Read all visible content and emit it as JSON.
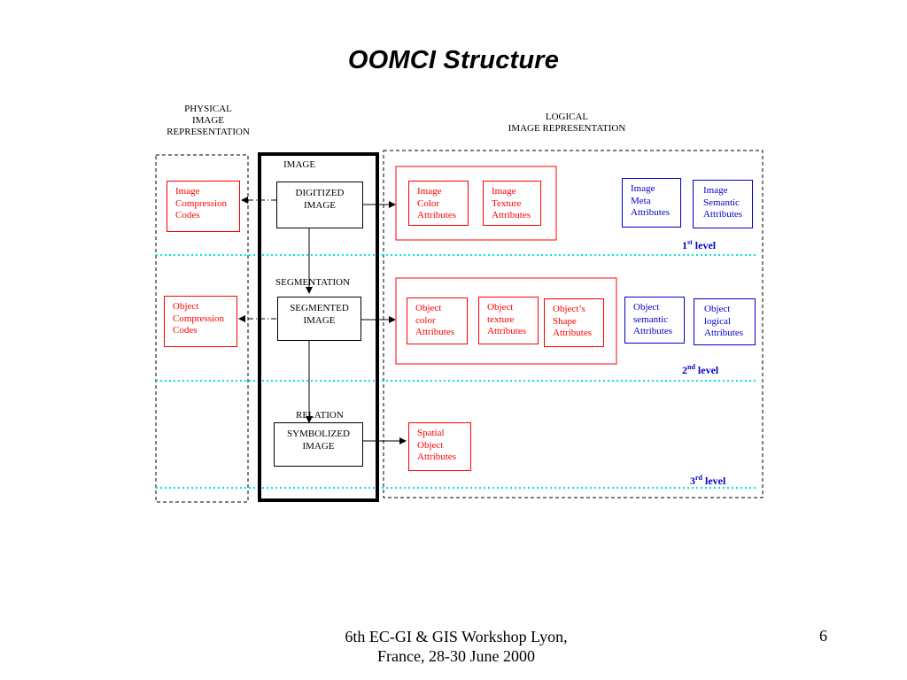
{
  "title": "OOMCI Structure",
  "headers": {
    "physical": "PHYSICAL\nIMAGE\nREPRESENTATION",
    "logical": "LOGICAL\nIMAGE REPRESENTATION"
  },
  "center_labels": {
    "image": "IMAGE",
    "segmentation": "SEGMENTATION",
    "relation": "RELATION"
  },
  "center_boxes": {
    "digitized": "DIGITIZED\nIMAGE",
    "segmented": "SEGMENTED\nIMAGE",
    "symbolized": "SYMBOLIZED\nIMAGE"
  },
  "physical_boxes": {
    "image_compression": "Image\nCompression\nCodes",
    "object_compression": "Object\nCompression\nCodes"
  },
  "level1": {
    "color": "Image\nColor\nAttributes",
    "texture": "Image\nTexture\nAttributes",
    "meta": "Image\nMeta\nAttributes",
    "semantic": "Image\nSemantic\nAttributes"
  },
  "level2": {
    "color": "Object\ncolor\nAttributes",
    "texture": "Object\ntexture\nAttributes",
    "shape": "Object’s\nShape\nAttributes",
    "semantic": "Object\nsemantic\nAttributes",
    "logical": "Object\nlogical\nAttributes"
  },
  "level3": {
    "spatial": "Spatial\nObject\nAttributes"
  },
  "levels": [
    {
      "num": "1",
      "sup": "st",
      "word": "level"
    },
    {
      "num": "2",
      "sup": "nd",
      "word": "level"
    },
    {
      "num": "3",
      "sup": "rd",
      "word": "level"
    }
  ],
  "colors": {
    "red": "#ff0000",
    "blue": "#0000cc",
    "dotted": "#00e5e5"
  },
  "footer": {
    "text": "6th EC-GI & GIS Workshop Lyon,\nFrance, 28-30 June 2000",
    "page": "6"
  }
}
